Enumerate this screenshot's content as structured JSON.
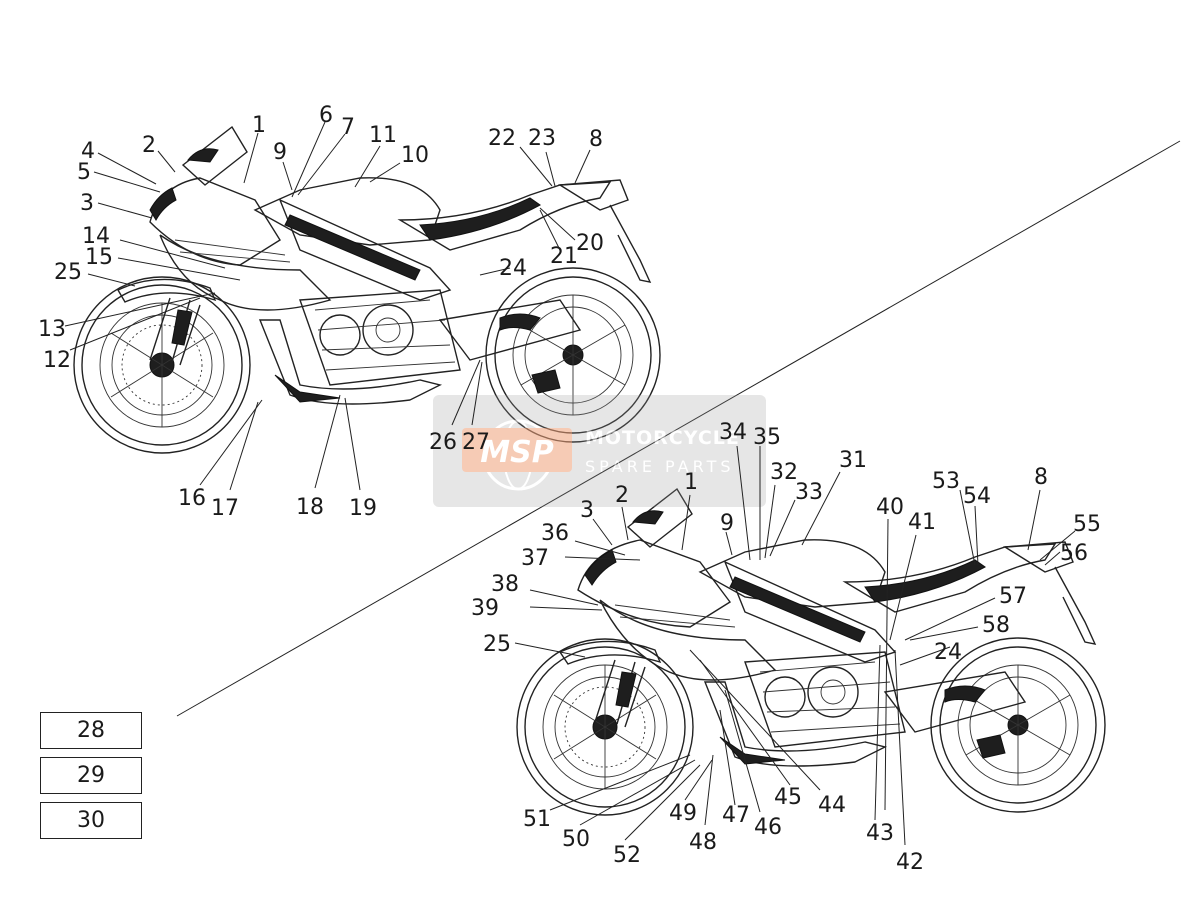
{
  "watermark": {
    "logo_text": "MSP",
    "line1": "MOTORCYCLE",
    "line2": "SPARE PARTS"
  },
  "boxes": [
    "28",
    "29",
    "30"
  ],
  "left_view_labels": [
    "1",
    "2",
    "3",
    "4",
    "5",
    "6",
    "7",
    "8",
    "9",
    "10",
    "11",
    "12",
    "13",
    "14",
    "15",
    "16",
    "17",
    "18",
    "19",
    "20",
    "21",
    "22",
    "23",
    "24",
    "25",
    "26",
    "27"
  ],
  "right_view_labels": [
    "1",
    "2",
    "3",
    "8",
    "9",
    "24",
    "25",
    "31",
    "32",
    "33",
    "34",
    "35",
    "36",
    "37",
    "38",
    "39",
    "40",
    "41",
    "42",
    "43",
    "44",
    "45",
    "46",
    "47",
    "48",
    "49",
    "50",
    "51",
    "52",
    "53",
    "54",
    "55",
    "56",
    "57",
    "58"
  ]
}
